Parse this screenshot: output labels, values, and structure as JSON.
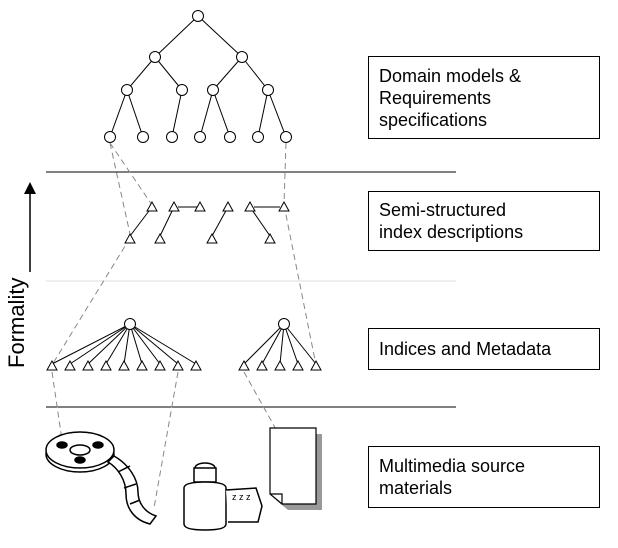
{
  "layers": [
    {
      "id": "domain",
      "label": "Domain models &\nRequirements\nspecifications"
    },
    {
      "id": "semi",
      "label": "Semi-structured\nindex descriptions"
    },
    {
      "id": "indices",
      "label": "Indices and Metadata"
    },
    {
      "id": "media",
      "label": "Multimedia source\nmaterials"
    }
  ],
  "axis": {
    "label": "Formality"
  },
  "colors": {
    "stroke": "#000000",
    "dashed": "#888888",
    "separator": "#000000"
  },
  "icons": [
    "film-reel-icon",
    "film-strip-icon",
    "camera-canister-icon",
    "document-page-icon"
  ]
}
